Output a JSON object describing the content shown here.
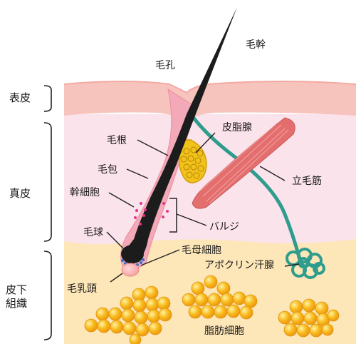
{
  "layers": {
    "epidermis": "表皮",
    "dermis": "真皮",
    "subcutis": "皮下組織"
  },
  "labels": {
    "hair_shaft": "毛幹",
    "hair_pore": "毛孔",
    "sebaceous_gland": "皮脂腺",
    "hair_root": "毛根",
    "hair_follicle": "毛包",
    "stem_cells": "幹細胞",
    "arrector_pili": "立毛筋",
    "bulge": "バルジ",
    "hair_bulb": "毛球",
    "matrix_cells": "毛母細胞",
    "apocrine_gland": "アポクリン汗腺",
    "dermal_papilla": "毛乳頭",
    "fat_cells": "脂肪細胞"
  },
  "colors": {
    "epidermis": "#f7c4bd",
    "dermis": "#fbe3ec",
    "subcutis": "#fde6b8",
    "follicle": "#f3a9b7",
    "hair": "#1c1c1c",
    "sebaceous": "#f0c21a",
    "muscle": "#e46e6e",
    "sweat_gland": "#2f9c8d",
    "fat": "#f5a514",
    "stem_dots": "#e3348a"
  }
}
